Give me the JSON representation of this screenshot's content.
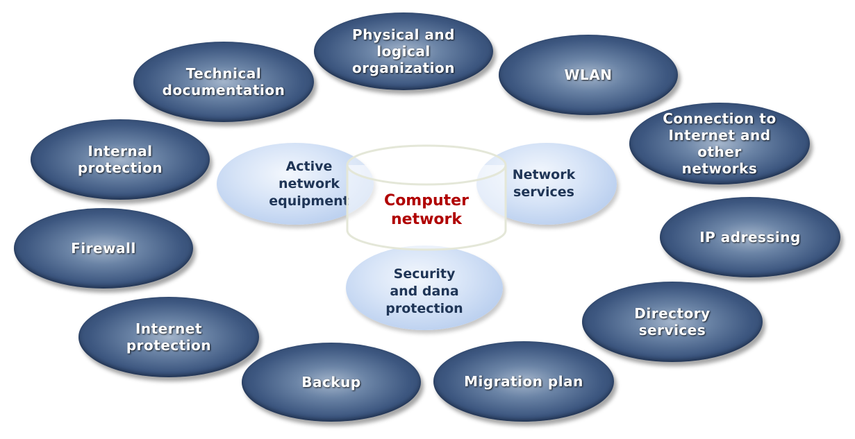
{
  "center": {
    "label": "Computer\nnetwork"
  },
  "inner_nodes": {
    "active_equipment": "Active\nnetwork\nequipment",
    "network_services": "Network\nservices",
    "security": "Security\nand dana\nprotection"
  },
  "outer_nodes": {
    "physical_logical": "Physical and\nlogical\norganization",
    "wlan": "WLAN",
    "connection_internet": "Connection to\nInternet and\nother\nnetworks",
    "ip_addressing": "IP adressing",
    "directory_services": "Directory\nservices",
    "migration_plan": "Migration plan",
    "backup": "Backup",
    "internet_protection": "Internet\nprotection",
    "firewall": "Firewall",
    "internal_protection": "Internal\nprotection",
    "technical_documentation": "Technical\ndocumentation"
  },
  "colors": {
    "outer_node": "#3d5780",
    "inner_node": "#c4d6f2",
    "center_text": "#b00000"
  }
}
